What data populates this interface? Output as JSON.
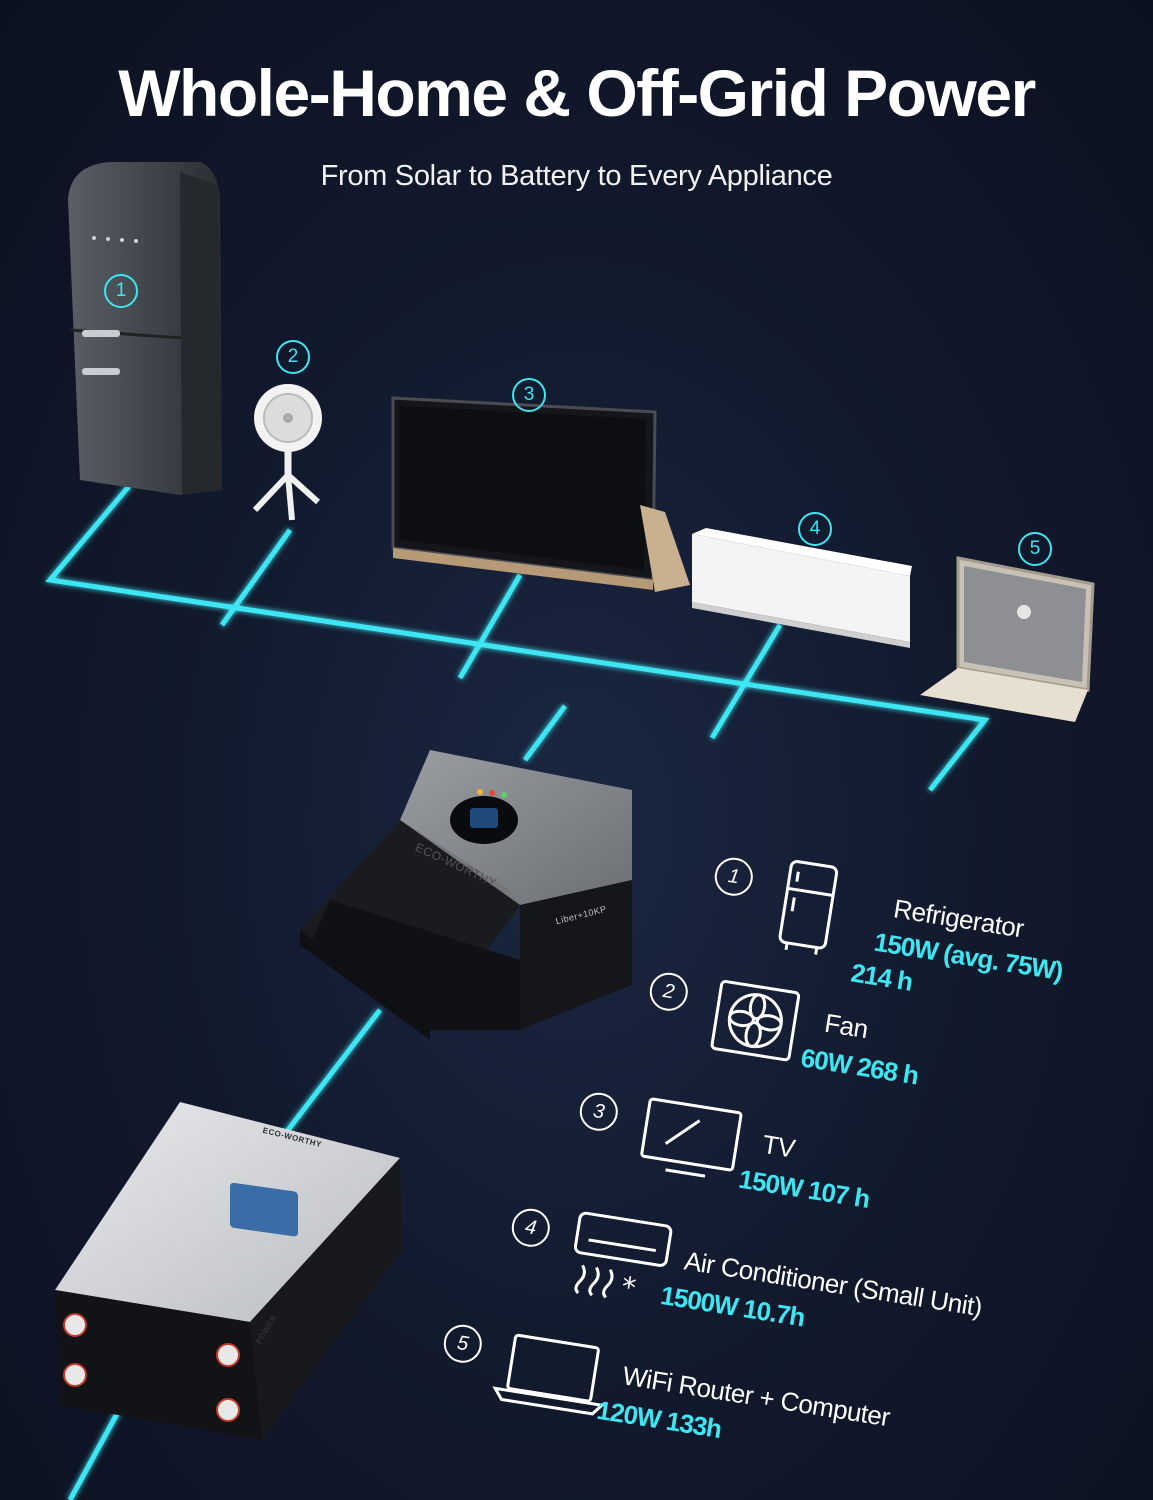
{
  "header": {
    "title": "Whole-Home & Off-Grid Power",
    "subtitle": "From Solar to Battery to Every Appliance"
  },
  "badges": [
    "1",
    "2",
    "3",
    "4",
    "5"
  ],
  "appliances": [
    {
      "num": "1",
      "name": "Refrigerator",
      "spec": "150W (avg. 75W)",
      "spec2": "214 h",
      "icon": "refrigerator-icon"
    },
    {
      "num": "2",
      "name": "Fan",
      "spec": "60W 268 h",
      "icon": "fan-icon"
    },
    {
      "num": "3",
      "name": "TV",
      "spec": "150W 107 h",
      "icon": "tv-icon"
    },
    {
      "num": "4",
      "name": "Air Conditioner (Small Unit)",
      "spec": "1500W 10.7h",
      "icon": "air-conditioner-icon"
    },
    {
      "num": "5",
      "name": "WiFi Router + Computer",
      "spec": "120W 133h",
      "icon": "laptop-icon"
    }
  ],
  "devices": {
    "inverter_brand": "ECO-WORTHY",
    "inverter_model": "Liber+10KP",
    "battery_brand": "ECO-WORTHY",
    "battery_label": "POWER"
  },
  "colors": {
    "accent": "#3ee6f2",
    "background": "#121a2e"
  }
}
